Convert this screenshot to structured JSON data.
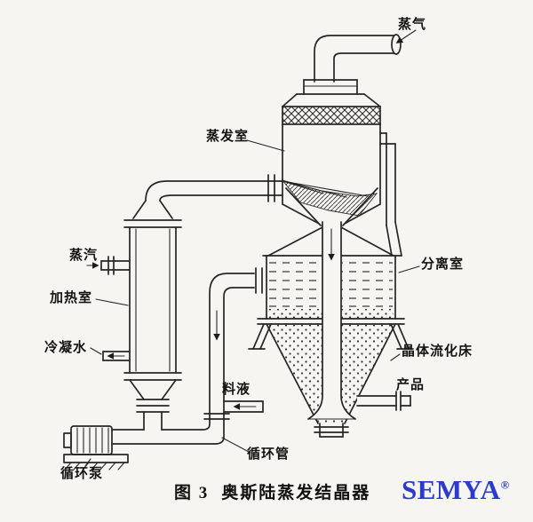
{
  "figure": {
    "caption_prefix": "图 3",
    "caption_title": "奥斯陆蒸发结晶器"
  },
  "labels": {
    "steam_out": "蒸气",
    "evaporation_chamber": "蒸发室",
    "steam_in": "蒸汽",
    "heating_chamber": "加热室",
    "condensate_water": "冷凝水",
    "separation_chamber": "分离室",
    "crystal_fluidized_bed": "晶体流化床",
    "feed_liquid": "料液",
    "product": "产品",
    "circulation_pipe": "循环管",
    "circulation_pump": "循环泵"
  },
  "watermark": {
    "text": "SEMYA",
    "registered": "®",
    "color": "#2b3ccc"
  },
  "colors": {
    "line": "#262626",
    "background": "#f6f5f2"
  }
}
